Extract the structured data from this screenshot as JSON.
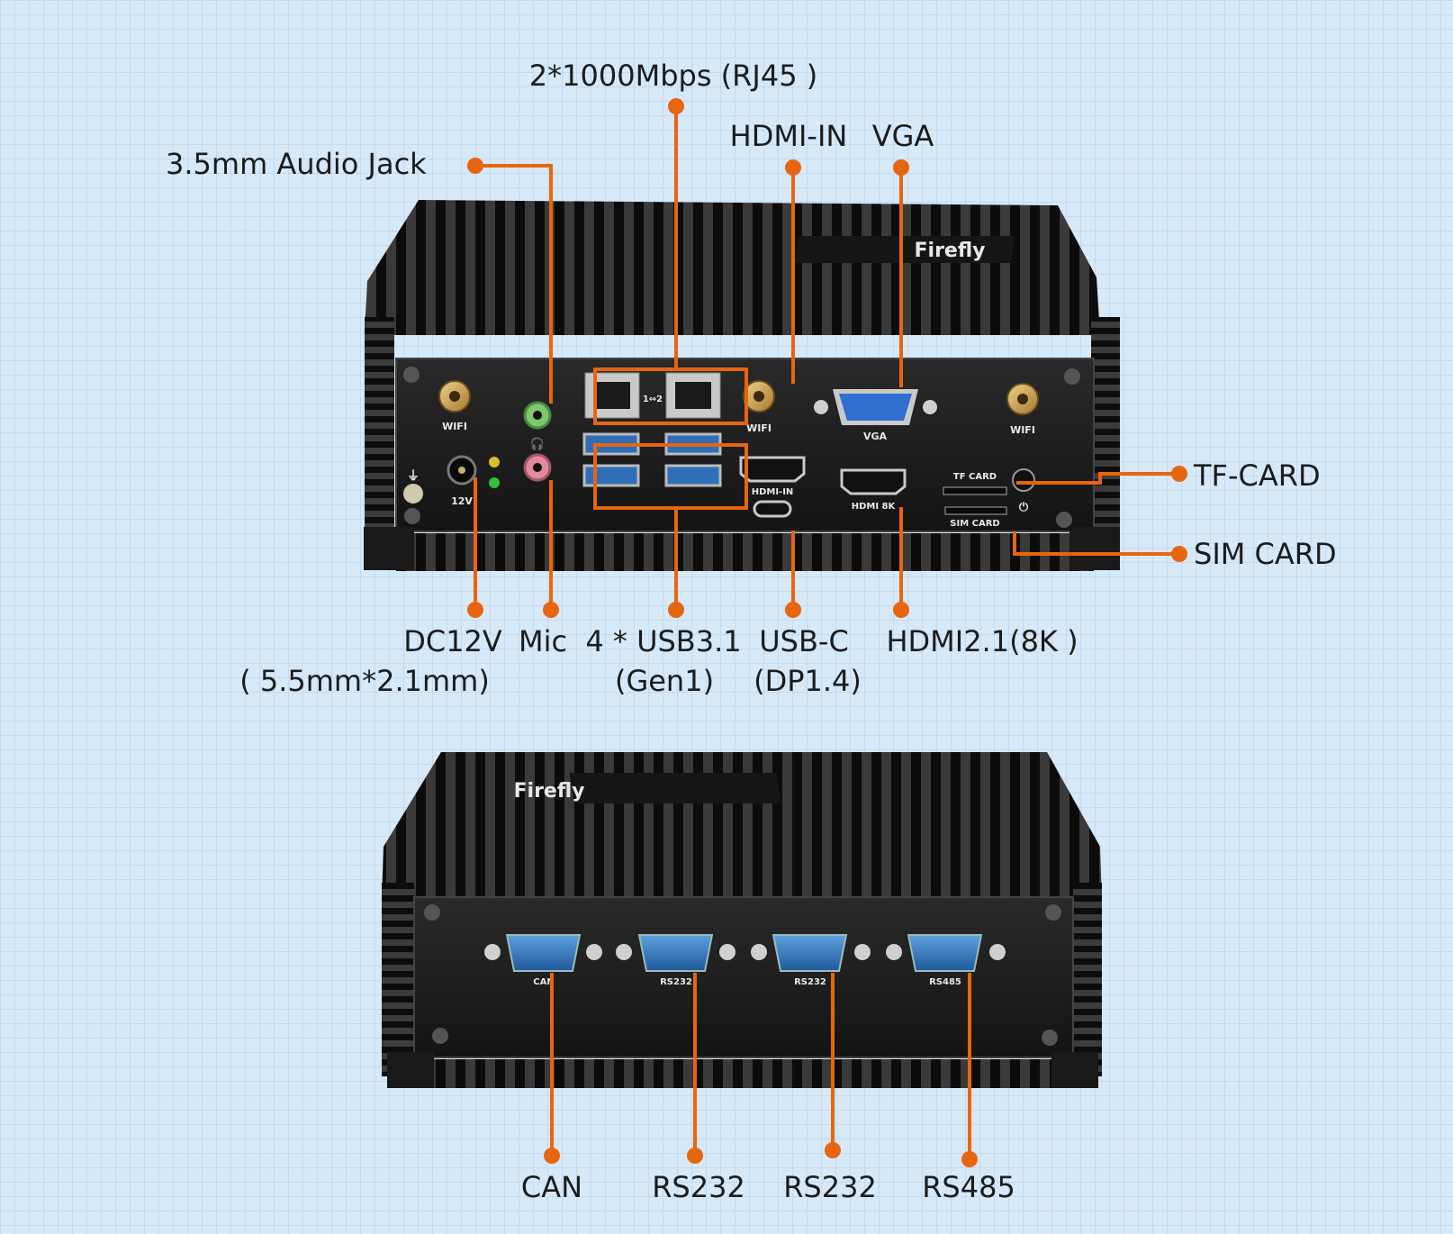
{
  "colors": {
    "background": "#d7e8f7",
    "grid_line": "#c4daef",
    "callout": "#e8650f",
    "chassis": "#1b1b1b",
    "port_blue": "#2f6fb8"
  },
  "front_panel": {
    "brand_logo": "Firefly",
    "port_labels": {
      "wifi_left": "WIFI",
      "wifi_mid": "WIFI",
      "wifi_right": "WIFI",
      "lan_link": "1⇔2",
      "vga": "VGA",
      "hdmi_in": "HDMI-IN",
      "hdmi_8k": "HDMI 8K",
      "tf_card": "TF CARD",
      "sim_card": "SIM CARD",
      "dc": "12V"
    },
    "callouts": {
      "lan": "2*1000Mbps (RJ45 )",
      "hdmi_in": "HDMI-IN",
      "vga": "VGA",
      "audio": "3.5mm Audio Jack",
      "tf_card": "TF-CARD",
      "sim_card": "SIM CARD",
      "dc_line1": "DC12V",
      "dc_line2": "( 5.5mm*2.1mm)",
      "mic": "Mic",
      "usb_line1": "4 * USB3.1",
      "usb_line2": "(Gen1)",
      "usbc_line1": "USB-C",
      "usbc_line2": "(DP1.4)",
      "hdmi21": "HDMI2.1(8K )"
    }
  },
  "rear_panel": {
    "brand_logo": "Firefly",
    "port_labels": [
      "CAN",
      "RS232",
      "RS232",
      "RS485"
    ],
    "callouts": [
      "CAN",
      "RS232",
      "RS232",
      "RS485"
    ]
  }
}
